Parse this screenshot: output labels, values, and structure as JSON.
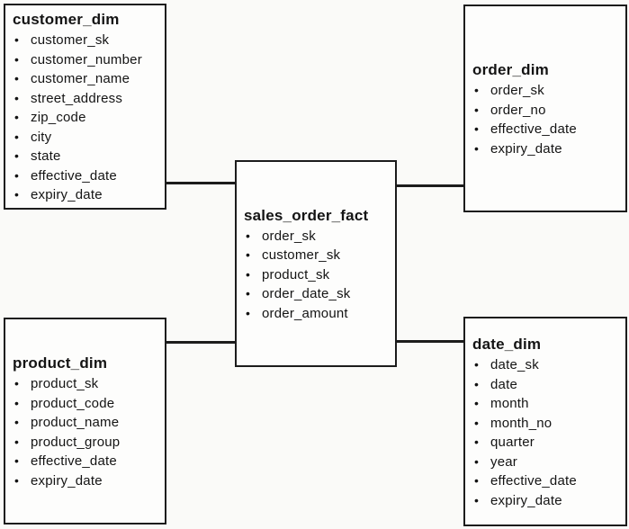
{
  "diagram": {
    "kind": "star-schema-entity-diagram"
  },
  "entities": {
    "customer_dim": {
      "title": "customer_dim",
      "fields": [
        "customer_sk",
        "customer_number",
        "customer_name",
        "street_address",
        "zip_code",
        "city",
        "state",
        "effective_date",
        "expiry_date"
      ]
    },
    "order_dim": {
      "title": "order_dim",
      "fields": [
        "order_sk",
        "order_no",
        "effective_date",
        "expiry_date"
      ]
    },
    "sales_order_fact": {
      "title": "sales_order_fact",
      "fields": [
        "order_sk",
        "customer_sk",
        "product_sk",
        "order_date_sk",
        "order_amount"
      ]
    },
    "product_dim": {
      "title": "product_dim",
      "fields": [
        "product_sk",
        "product_code",
        "product_name",
        "product_group",
        "effective_date",
        "expiry_date"
      ]
    },
    "date_dim": {
      "title": "date_dim",
      "fields": [
        "date_sk",
        "date",
        "month",
        "month_no",
        "quarter",
        "year",
        "effective_date",
        "expiry_date"
      ]
    }
  },
  "relationships": [
    {
      "from": "customer_dim",
      "to": "sales_order_fact"
    },
    {
      "from": "order_dim",
      "to": "sales_order_fact"
    },
    {
      "from": "product_dim",
      "to": "sales_order_fact"
    },
    {
      "from": "date_dim",
      "to": "sales_order_fact"
    }
  ],
  "colors": {
    "line": "#1c1c1c",
    "text": "#141414",
    "box_background": "#fdfdfc",
    "page_background": "#fafaf8"
  }
}
